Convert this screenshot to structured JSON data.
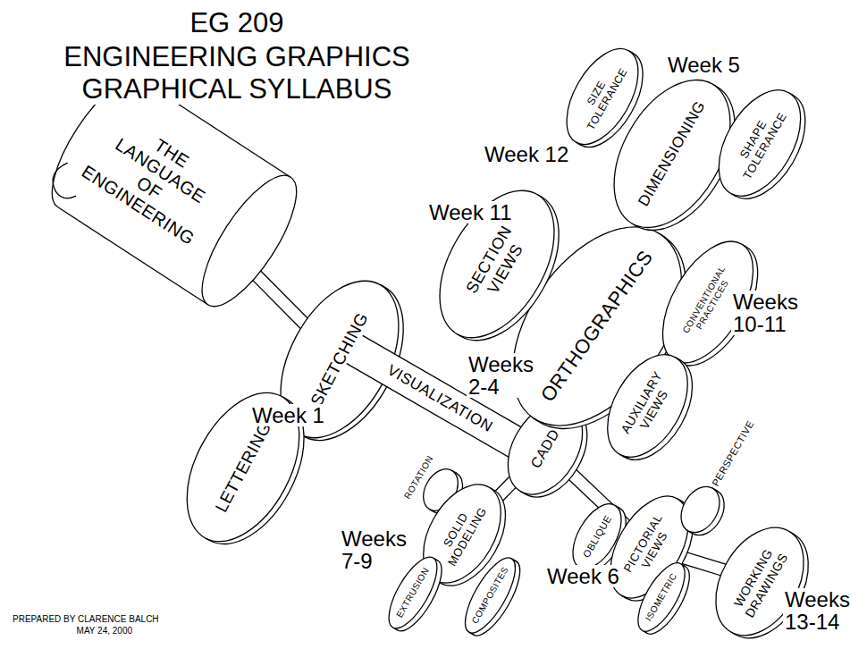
{
  "diagram": {
    "title": "EG 209",
    "nodes": [
      {
        "text": [
          "THE LANGUAGE OF ENGINEERING"
        ]
      },
      {
        "text": [
          "SKETCHING"
        ]
      },
      {
        "text": [
          "LETTERING"
        ]
      },
      {
        "text": [
          "VISUALIZATION"
        ]
      },
      {
        "text": [
          "CADD"
        ]
      },
      {
        "text": [
          "ORTHOGRAPHICS"
        ]
      },
      {
        "text": [
          "SECTION VIEWS"
        ]
      },
      {
        "text": [
          "DIMENSIONING"
        ]
      },
      {
        "text": [
          "SIZE TOLERANCE"
        ]
      },
      {
        "text": [
          "SHAPE TOLERANCE"
        ]
      },
      {
        "text": [
          "CONVENTIONAL PRACTICES"
        ]
      },
      {
        "text": [
          "AUXILIARY VIEWS"
        ]
      },
      {
        "text": [
          "ROTATION"
        ]
      },
      {
        "text": [
          "SOLID MODELING"
        ]
      },
      {
        "text": [
          "EXTRUSION"
        ]
      },
      {
        "text": [
          "COMPOSITES"
        ]
      },
      {
        "text": [
          "OBLIQUE"
        ]
      },
      {
        "text": [
          "PICTORIAL VIEWS"
        ]
      },
      {
        "text": [
          "PERSPECTIVE"
        ]
      },
      {
        "text": [
          "ISOMETRIC"
        ]
      },
      {
        "text": [
          "WORKING DRAWINGS"
        ]
      }
    ],
    "edges": [
      {
        "from": 0,
        "to": 1,
        "arrow": "none"
      },
      {
        "from": 4,
        "to": 17,
        "arrow": "none"
      },
      {
        "from": 17,
        "to": 20,
        "arrow": "none"
      },
      {
        "from": 4,
        "to": 13,
        "arrow": "none"
      },
      {
        "from": 13,
        "to": 12,
        "arrow": "none"
      },
      {
        "from": 17,
        "to": 18,
        "arrow": "none"
      }
    ],
    "labels": [
      "ENGINEERING GRAPHICS",
      "GRAPHICAL SYLLABUS",
      "Week 5",
      "Week 12",
      "Week 11",
      "Weeks 10-11",
      "Weeks 2-4",
      "Week 1",
      "Weeks 7-9",
      "Week 6",
      "Weeks 13-14",
      "PREPARED BY CLARENCE BALCH",
      "MAY 24, 2000"
    ]
  }
}
